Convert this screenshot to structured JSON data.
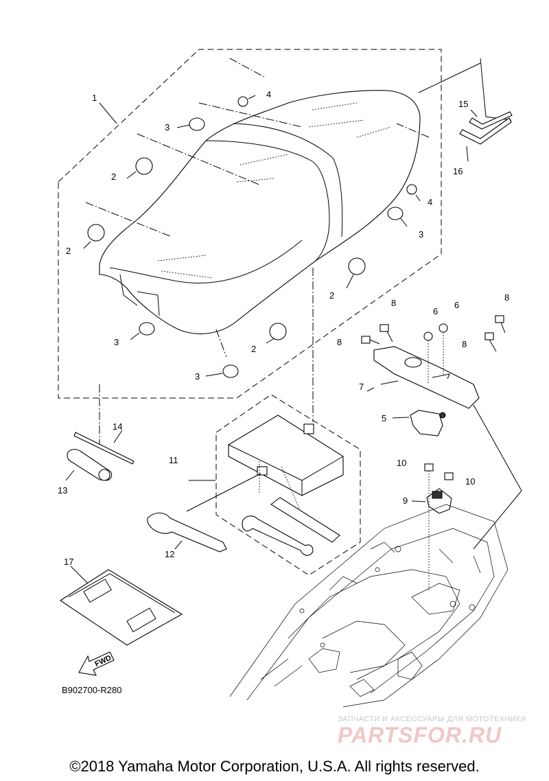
{
  "callouts": {
    "c1": "1",
    "c2a": "2",
    "c2b": "2",
    "c2c": "2",
    "c2d": "2",
    "c3a": "3",
    "c3b": "3",
    "c3c": "3",
    "c3d": "3",
    "c4a": "4",
    "c4b": "4",
    "c5": "5",
    "c6a": "6",
    "c6b": "6",
    "c7": "7",
    "c8a": "8",
    "c8b": "8",
    "c8c": "8",
    "c8d": "8",
    "c9": "9",
    "c10a": "10",
    "c10b": "10",
    "c11": "11",
    "c12": "12",
    "c13": "13",
    "c14": "14",
    "c15": "15",
    "c16": "16",
    "c17": "17"
  },
  "fwd_label": "FWD",
  "diagram_code": "B902700-R280",
  "watermark": {
    "tagline": "ЗАПЧАСТИ И АКСЕССУАРЫ ДЛЯ МОТОТЕХНИКИ",
    "brand": "PARTSFOR.RU"
  },
  "copyright": "©2018 Yamaha Motor Corporation, U.S.A. All rights reserved."
}
